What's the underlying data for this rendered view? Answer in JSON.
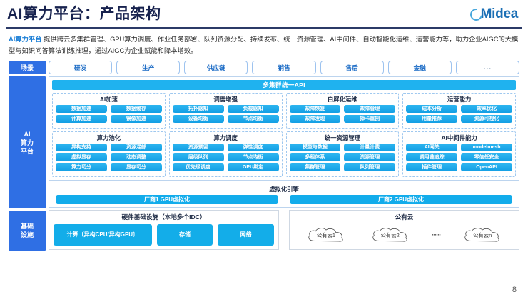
{
  "header": {
    "title": "AI算力平台：产品架构",
    "logo_text": "Midea",
    "logo_icon": "midea-swirl-logo"
  },
  "intro": {
    "lead": "AI算力平台",
    "body": "提供跨云多集群管理、GPU算力调度、作业任务部署、队列资源分配、持续发布、统一资源管理、AI中间件、自动智能化运维、运营能力等，助力企业AIGC的大模型与知识问答算法训练推理，通过AIGC为企业赋能和降本增效。"
  },
  "rail": {
    "scene": "场景",
    "platform": "AI\n算力\n平台",
    "platform_lines": [
      "AI",
      "算力",
      "平台"
    ],
    "infra_lines": [
      "基础",
      "设施"
    ]
  },
  "scenarios": {
    "tabs": [
      {
        "label": "研发"
      },
      {
        "label": "生产"
      },
      {
        "label": "供应链"
      },
      {
        "label": "销售"
      },
      {
        "label": "售后"
      },
      {
        "label": "金融"
      },
      {
        "label": "···"
      }
    ]
  },
  "platform": {
    "api_bar": "多集群统一API",
    "cards": [
      {
        "title": "AI加速",
        "chips": [
          "数据加速",
          "数据缓存",
          "计算加速",
          "镜像加速"
        ]
      },
      {
        "title": "调度增强",
        "chips": [
          "拓扑感知",
          "负载感知",
          "设备均衡",
          "节点均衡"
        ]
      },
      {
        "title": "白屏化运维",
        "chips": [
          "故障恢复",
          "故障管理",
          "故障发现",
          "掉卡重剖"
        ]
      },
      {
        "title": "运营能力",
        "chips": [
          "成本分析",
          "效率优化",
          "用量推荐",
          "资源可视化"
        ]
      },
      {
        "title": "算力池化",
        "chips": [
          "异构支持",
          "资源混部",
          "虚拟显存",
          "动态调整",
          "算力切分",
          "显存切分"
        ]
      },
      {
        "title": "算力调度",
        "chips": [
          "资源预留",
          "弹性调度",
          "层级队列",
          "节点均衡",
          "优先级调度",
          "GPU绑定"
        ]
      },
      {
        "title": "统一资源管理",
        "chips": [
          "模型与数据",
          "计量计费",
          "多租体系",
          "资源管理",
          "集群管理",
          "队列管理"
        ]
      },
      {
        "title": "AI中间件能力",
        "chips": [
          "AI网关",
          "modelmesh",
          "调用链追踪",
          "零信任安全",
          "插件管理",
          "OpenAPI"
        ]
      }
    ]
  },
  "virtualization": {
    "title": "虚拟化引擎",
    "items": [
      "厂商1 GPU虚拟化",
      "厂商2 GPU虚拟化"
    ]
  },
  "infrastructure": {
    "hardware": {
      "title": "硬件基础设施（本地多个IDC）",
      "chips": [
        "计算〔异构CPU/异构GPU〕",
        "存储",
        "网络"
      ]
    },
    "public_cloud": {
      "title": "公有云",
      "clouds": [
        "公有云1",
        "公有云2",
        "公有云n"
      ],
      "ellipsis": "······"
    }
  },
  "footer": {
    "page_number": "8"
  },
  "colors": {
    "title_navy": "#17224e",
    "rail_blue": "#2f6fe4",
    "chip_blue": "#13ade9",
    "api_blue": "#1fb2ef",
    "accent_link": "#1c7fd6",
    "logo_blue": "#1b6fb5"
  }
}
